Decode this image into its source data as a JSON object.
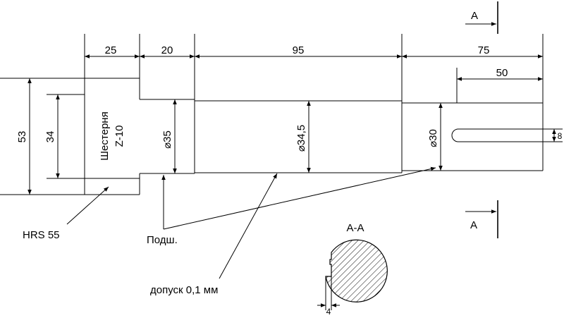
{
  "dimensions": {
    "len_gear": "25",
    "len_step2": "20",
    "len_main": "95",
    "len_end": "75",
    "len_keyway": "50",
    "dia_outer": "53",
    "dia_gear_inner": "34",
    "dia_bearing": "⌀35",
    "dia_main": "⌀34,5",
    "dia_end": "⌀30",
    "keyway_width": "8",
    "section_key_depth": "4"
  },
  "labels": {
    "gear_line1": "Шестерня",
    "gear_line2": "Z-10",
    "material": "HRS 55",
    "bearing": "Подш.",
    "tolerance": "допуск 0,1 мм",
    "section_mark_top": "A",
    "section_mark_bottom": "A",
    "section_title": "A-A"
  }
}
